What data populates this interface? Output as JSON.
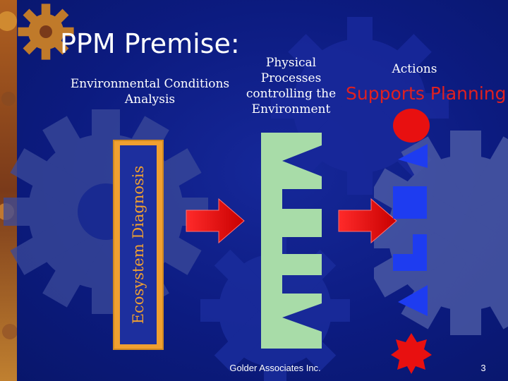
{
  "slide": {
    "title": "PPM Premise:",
    "environmental_label": "Environmental Conditions Analysis",
    "physical_label": "Physical Processes controlling the Environment",
    "actions_label": "Actions",
    "supports_label": "Supports Planning",
    "ecosystem_label": "Ecosystem Diagnosis",
    "footer": "Golder Associates Inc.",
    "page_number": "3"
  },
  "colors": {
    "background": "#0c1b80",
    "gear": "#4a5aa0",
    "arrow": "#e81010",
    "ecosystem_border": "#f0a030",
    "process_panel": "#a8dca8",
    "action_shapes": "#1e3cf0",
    "supports_text": "#e02020"
  },
  "icons": {
    "left_arrow": "right-arrow-icon",
    "right_arrow": "right-arrow-icon",
    "action_1": "red-circle-icon",
    "action_2": "blue-triangle-icon",
    "action_3": "blue-square-icon",
    "action_4": "blue-l-shape-icon",
    "action_5": "blue-triangle-icon",
    "action_6": "red-star-icon"
  }
}
